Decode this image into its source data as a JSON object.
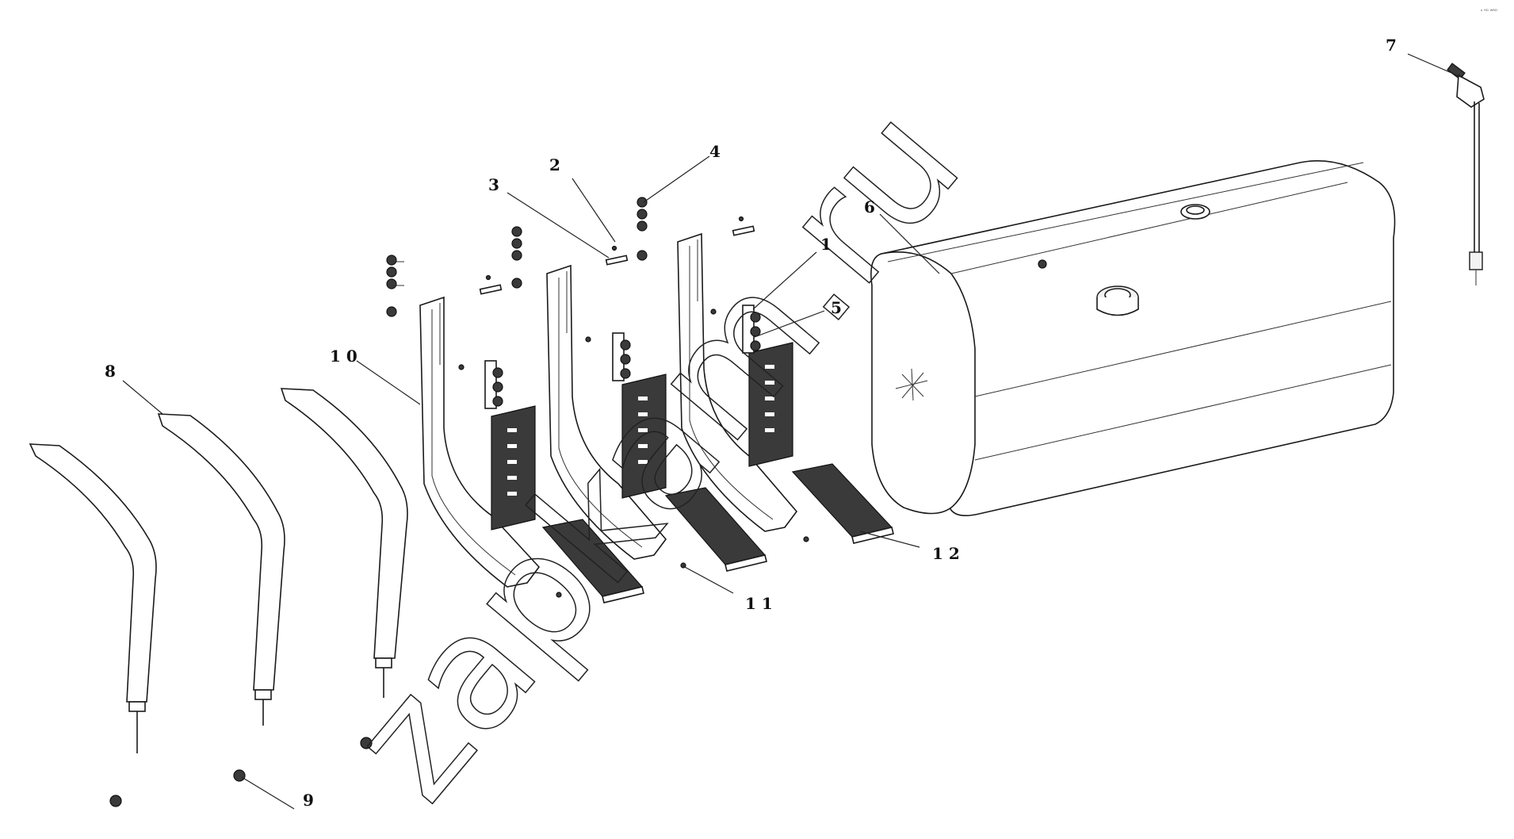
{
  "diagram": {
    "watermark": "zapkam.ru",
    "corner_text": "ᵃ ᴿᴰ ᵂᴿᴰ",
    "callouts": [
      {
        "id": "c1",
        "label": "1"
      },
      {
        "id": "c2",
        "label": "2"
      },
      {
        "id": "c3",
        "label": "3"
      },
      {
        "id": "c4",
        "label": "4"
      },
      {
        "id": "c5",
        "label": "5"
      },
      {
        "id": "c6",
        "label": "6"
      },
      {
        "id": "c7",
        "label": "7"
      },
      {
        "id": "c8",
        "label": "8"
      },
      {
        "id": "c9",
        "label": "9"
      },
      {
        "id": "c10",
        "label": "1 0"
      },
      {
        "id": "c11",
        "label": "1 1"
      },
      {
        "id": "c12",
        "label": "1 2"
      }
    ]
  }
}
